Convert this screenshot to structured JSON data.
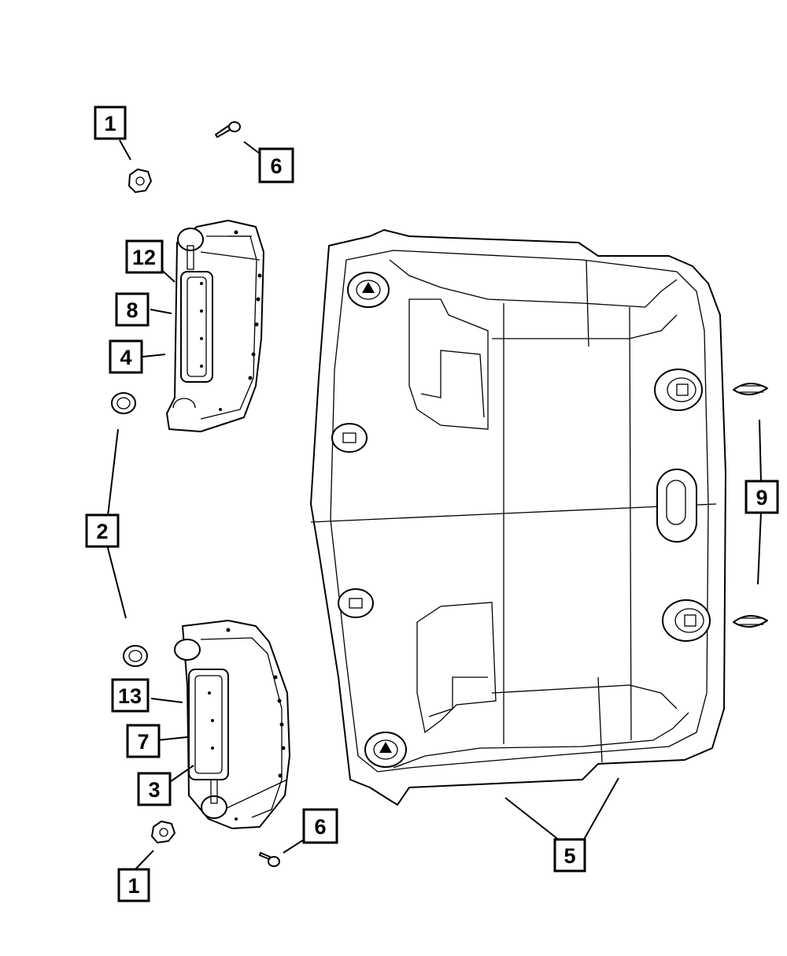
{
  "callouts": {
    "c1_top": "1",
    "c6_top": "6",
    "c12": "12",
    "c8": "8",
    "c4": "4",
    "c2": "2",
    "c9": "9",
    "c13": "13",
    "c7": "7",
    "c3": "3",
    "c6_bottom": "6",
    "c1_bottom": "1",
    "c5": "5"
  },
  "colors": {
    "line": "#000000",
    "background": "#ffffff"
  }
}
